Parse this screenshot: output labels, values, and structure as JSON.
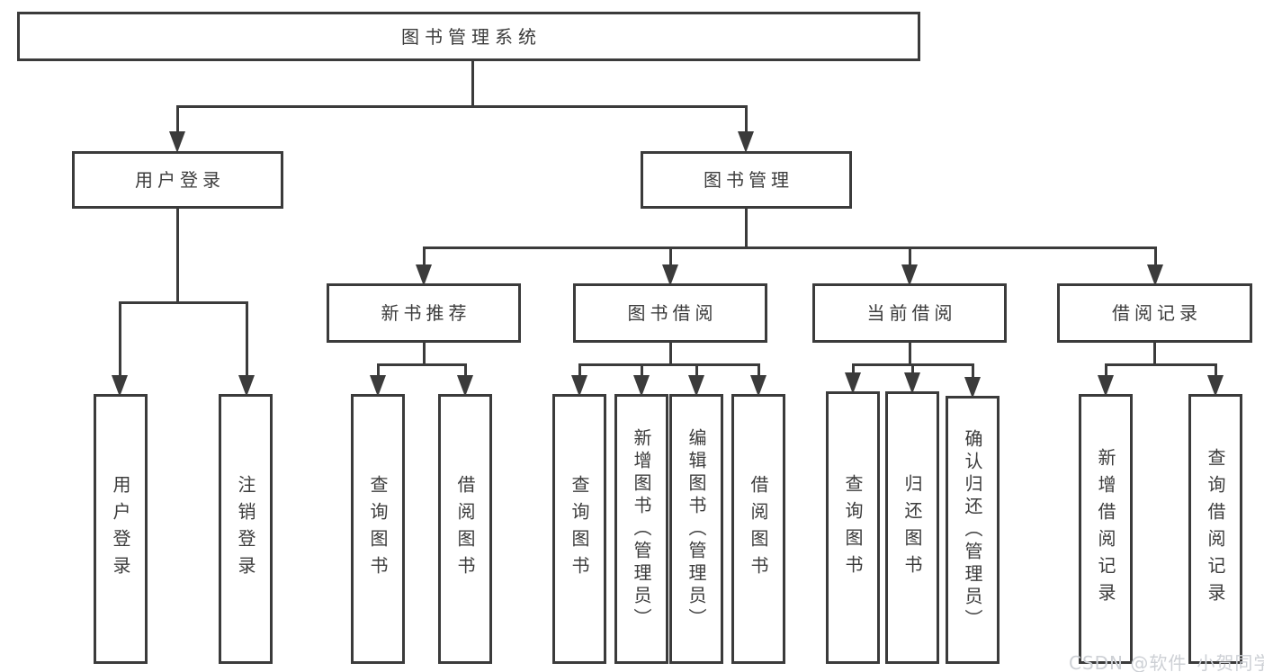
{
  "diagram_title": "图书管理系统",
  "watermark": {
    "text": "CSDN @软件_小贺同学"
  },
  "colors": {
    "line": "#3b3b3b",
    "box_border": "#3b3b3b",
    "text": "#3c3c3c",
    "background": "#ffffff",
    "watermark": "#cdd0d5"
  },
  "tree": {
    "label": "图书管理系统",
    "children": [
      {
        "label": "用户登录",
        "children": [
          {
            "label": "用户登录"
          },
          {
            "label": "注销登录"
          }
        ]
      },
      {
        "label": "图书管理",
        "children": [
          {
            "label": "新书推荐",
            "children": [
              {
                "label": "查询图书"
              },
              {
                "label": "借阅图书"
              }
            ]
          },
          {
            "label": "图书借阅",
            "children": [
              {
                "label": "查询图书"
              },
              {
                "label": "新增图书（管理员）"
              },
              {
                "label": "编辑图书（管理员）"
              },
              {
                "label": "借阅图书"
              }
            ]
          },
          {
            "label": "当前借阅",
            "children": [
              {
                "label": "查询图书"
              },
              {
                "label": "归还图书"
              },
              {
                "label": "确认归还（管理员）"
              }
            ]
          },
          {
            "label": "借阅记录",
            "children": [
              {
                "label": "新增借阅记录"
              },
              {
                "label": "查询借阅记录"
              }
            ]
          }
        ]
      }
    ]
  }
}
